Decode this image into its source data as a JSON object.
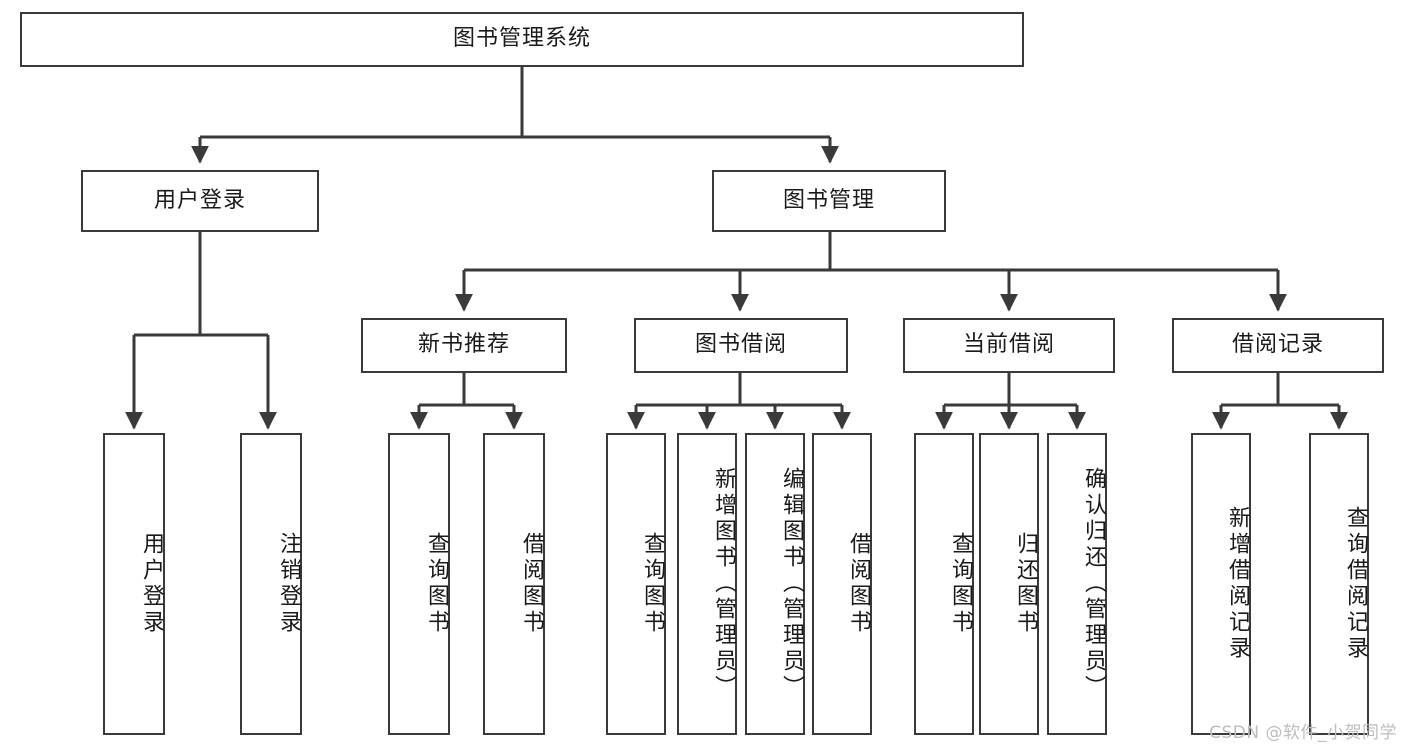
{
  "diagram": {
    "type": "tree",
    "title": "图书管理系统",
    "line_color": "#3a3a3a",
    "text_color": "#1a1a1a",
    "background": "#ffffff"
  },
  "watermark": {
    "text": "CSDN @软件_小贺同学",
    "color": "#bdbdbd"
  },
  "nodes": {
    "root": {
      "label": "图书管理系统",
      "level": 0
    },
    "user_login": {
      "label": "用户登录",
      "level": 1
    },
    "book_manage": {
      "label": "图书管理",
      "level": 1
    },
    "new_book_rec": {
      "label": "新书推荐",
      "level": 2
    },
    "book_borrow": {
      "label": "图书借阅",
      "level": 2
    },
    "current_borrow": {
      "label": "当前借阅",
      "level": 2
    },
    "borrow_record": {
      "label": "借阅记录",
      "level": 2
    },
    "leaf_user_login": {
      "label": "用户登录",
      "level": 3
    },
    "leaf_logout": {
      "label": "注销登录",
      "level": 3
    },
    "leaf_query_book_1": {
      "label": "查询图书",
      "level": 3
    },
    "leaf_borrow_book_1": {
      "label": "借阅图书",
      "level": 3
    },
    "leaf_query_book_2": {
      "label": "查询图书",
      "level": 3
    },
    "leaf_add_book": {
      "label": "新增图书（管理员）",
      "level": 3
    },
    "leaf_edit_book": {
      "label": "编辑图书（管理员）",
      "level": 3
    },
    "leaf_borrow_book_2": {
      "label": "借阅图书",
      "level": 3
    },
    "leaf_query_book_3": {
      "label": "查询图书",
      "level": 3
    },
    "leaf_return_book": {
      "label": "归还图书",
      "level": 3
    },
    "leaf_confirm_return": {
      "label": "确认归还（管理员）",
      "level": 3
    },
    "leaf_add_record": {
      "label": "新增借阅记录",
      "level": 3
    },
    "leaf_query_record": {
      "label": "查询借阅记录",
      "level": 3
    }
  },
  "edges": [
    {
      "from": "root",
      "to": "user_login"
    },
    {
      "from": "root",
      "to": "book_manage"
    },
    {
      "from": "book_manage",
      "to": "new_book_rec"
    },
    {
      "from": "book_manage",
      "to": "book_borrow"
    },
    {
      "from": "book_manage",
      "to": "current_borrow"
    },
    {
      "from": "book_manage",
      "to": "borrow_record"
    },
    {
      "from": "user_login",
      "to": "leaf_user_login"
    },
    {
      "from": "user_login",
      "to": "leaf_logout"
    },
    {
      "from": "new_book_rec",
      "to": "leaf_query_book_1"
    },
    {
      "from": "new_book_rec",
      "to": "leaf_borrow_book_1"
    },
    {
      "from": "book_borrow",
      "to": "leaf_query_book_2"
    },
    {
      "from": "book_borrow",
      "to": "leaf_add_book"
    },
    {
      "from": "book_borrow",
      "to": "leaf_edit_book"
    },
    {
      "from": "book_borrow",
      "to": "leaf_borrow_book_2"
    },
    {
      "from": "current_borrow",
      "to": "leaf_query_book_3"
    },
    {
      "from": "current_borrow",
      "to": "leaf_return_book"
    },
    {
      "from": "current_borrow",
      "to": "leaf_confirm_return"
    },
    {
      "from": "borrow_record",
      "to": "leaf_add_record"
    },
    {
      "from": "borrow_record",
      "to": "leaf_query_record"
    }
  ]
}
